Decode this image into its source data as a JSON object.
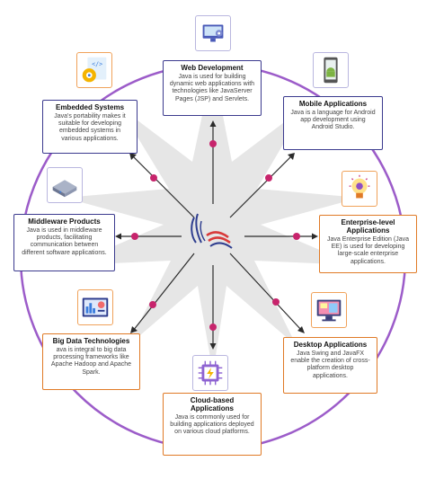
{
  "center_logo": "java-logo",
  "colors": {
    "ring": "#9c5cc9",
    "connector": "#2b2b2b",
    "dot": "#c7246c",
    "purple_border": "#3b3a8e",
    "orange_border": "#e07a26",
    "star": "#e6e6e6"
  },
  "nodes": {
    "web_dev": {
      "title": "Web Development",
      "desc": "Java is used for building dynamic web applications with technologies like JavaServer Pages (JSP) and Servlets.",
      "icon": "monitor-gear-icon"
    },
    "mobile": {
      "title": "Mobile Applications",
      "desc": "Java is a language for Android app development using Android Studio.",
      "icon": "android-phone-icon"
    },
    "enterprise": {
      "title": "Enterprise-level Applications",
      "desc": "Java Enterprise Edition (Java EE) is used for developing large-scale enterprise applications.",
      "icon": "lightbulb-gear-icon"
    },
    "desktop": {
      "title": "Desktop Applications",
      "desc": "Java Swing and JavaFX enable the creation of cross-platform desktop applications.",
      "icon": "desktop-monitor-icon"
    },
    "cloud": {
      "title": "Cloud-based Applications",
      "desc": "Java is commonly used for building applications deployed on various cloud platforms.",
      "icon": "cpu-chip-icon"
    },
    "bigdata": {
      "title": "Big Data Technologies",
      "desc": "ava is integral to big data processing frameworks like Apache Hadoop and Apache Spark.",
      "icon": "analytics-dashboard-icon"
    },
    "middleware": {
      "title": "Middleware Products",
      "desc": "Java is used in middleware products, facilitating communication between different software applications.",
      "icon": "server-rack-icon"
    },
    "embedded": {
      "title": "Embedded Systems",
      "desc": "Java's portability makes it suitable for developing embedded systems in various applications.",
      "icon": "code-gear-icon"
    }
  }
}
